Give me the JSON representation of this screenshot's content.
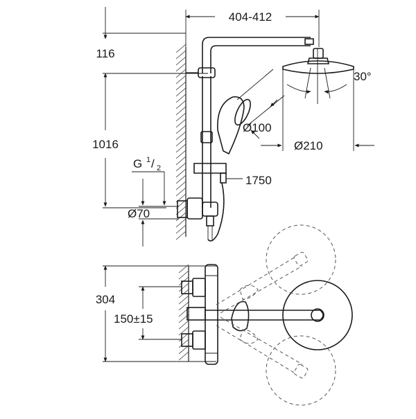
{
  "dimensions": {
    "width_range": "404-412",
    "top_offset": "116",
    "height": "1016",
    "thread_g": "G",
    "thread_num": "1",
    "thread_den": "2",
    "inlet_diameter": "Ø70",
    "hose_length": "1750",
    "hand_shower_diameter": "Ø100",
    "head_shower_diameter": "Ø210",
    "tilt_angle": "30°",
    "depth": "304",
    "inlet_spacing": "150±15"
  }
}
